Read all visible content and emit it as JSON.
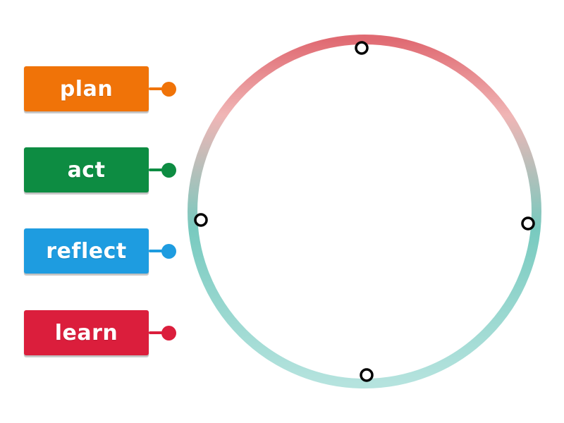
{
  "labels": [
    {
      "text": "plan",
      "color": "#f07308"
    },
    {
      "text": "act",
      "color": "#0d8c42"
    },
    {
      "text": "reflect",
      "color": "#1e9ce0"
    },
    {
      "text": "learn",
      "color": "#db1e3c"
    }
  ],
  "cycle": {
    "gradient_top": "#e06a72",
    "gradient_upper": "#f0b5b5",
    "gradient_middle": "#78cabf",
    "gradient_bottom": "#b5e3de"
  }
}
